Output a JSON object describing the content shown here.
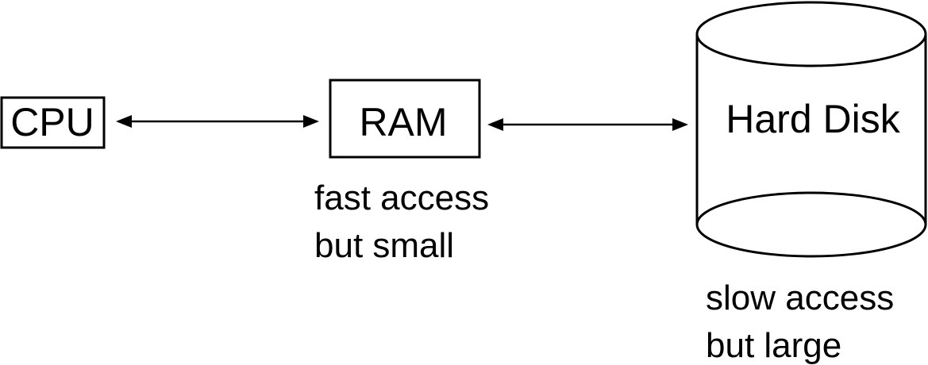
{
  "nodes": {
    "cpu": {
      "label": "CPU"
    },
    "ram": {
      "label": "RAM",
      "note": [
        "fast access",
        "but small"
      ]
    },
    "disk": {
      "label": "Hard Disk",
      "note": [
        "slow access",
        "but large"
      ]
    }
  },
  "edges": [
    {
      "from": "cpu",
      "to": "ram",
      "direction": "bidirectional"
    },
    {
      "from": "ram",
      "to": "disk",
      "direction": "bidirectional"
    }
  ],
  "colors": {
    "stroke": "#000000",
    "background": "#ffffff"
  }
}
